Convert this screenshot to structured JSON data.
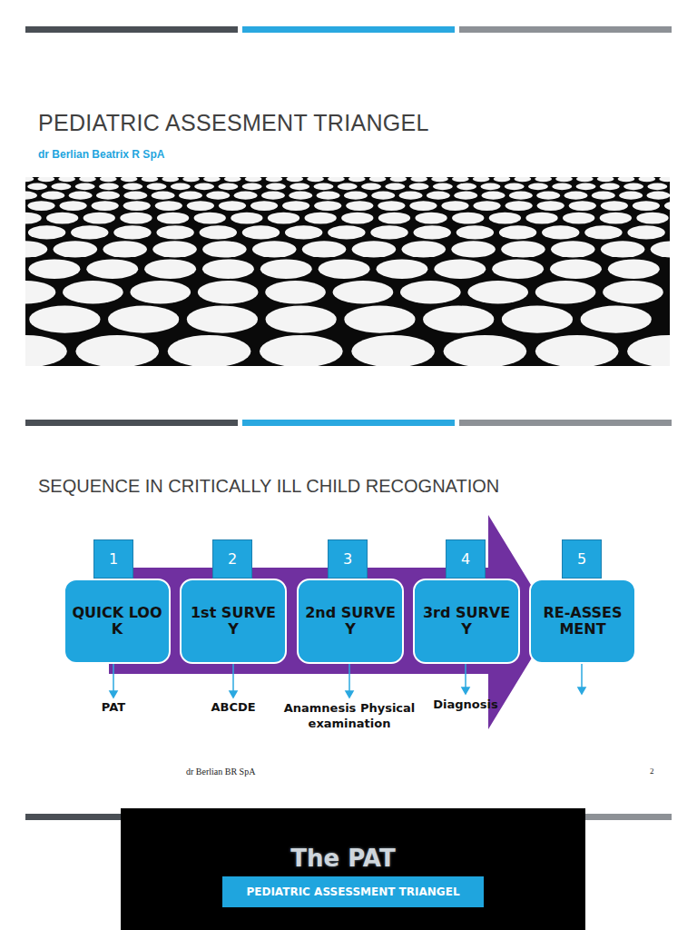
{
  "diagram": {
    "title": "PEDIATRIC ASSESMENT TRIANGEL",
    "nodes": [
      {
        "text": [
          "1"
        ]
      },
      {
        "text": [
          "QUICK LOOK"
        ]
      },
      {
        "text": [
          "2"
        ]
      },
      {
        "text": [
          "1st SURVEY"
        ]
      },
      {
        "text": [
          "3"
        ]
      },
      {
        "text": [
          "2nd SURVEY"
        ]
      },
      {
        "text": [
          "4"
        ]
      },
      {
        "text": [
          "3rd SURVEY"
        ]
      },
      {
        "text": [
          "5"
        ]
      },
      {
        "text": [
          "RE-ASSESMENT"
        ]
      },
      {
        "text": [
          "PEDIATRIC ASSESSMENT TRIANGEL"
        ]
      }
    ],
    "labels": [
      "dr Berlian Beatrix R SpA",
      "SEQUENCE IN CRITICALLY ILL CHILD RECOGNATION",
      "PAT",
      "ABCDE",
      "Anamnesis Physical examination",
      "Diagnosis",
      "dr Berlian BR SpA",
      "2",
      "The PAT"
    ]
  }
}
